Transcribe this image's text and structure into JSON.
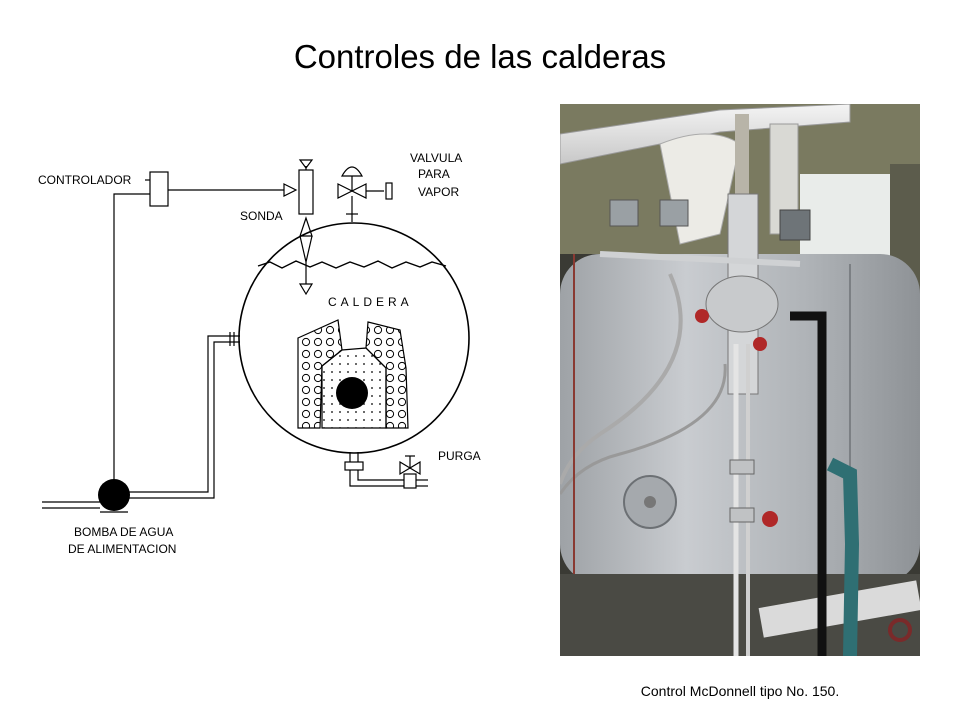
{
  "title": "Controles de las calderas",
  "diagram": {
    "labels": {
      "controlador": "CONTROLADOR",
      "sonda": "SONDA",
      "valvula_line1": "VALVULA",
      "valvula_line2": "PARA",
      "valvula_line3": "VAPOR",
      "caldera": "CALDERA",
      "purga": "PURGA",
      "bomba_line1": "BOMBA DE AGUA",
      "bomba_line2": "DE ALIMENTACION"
    }
  },
  "photo": {
    "caption": "Control McDonnell tipo No. 150."
  },
  "colors": {
    "line": "#000000",
    "pipe": "#e8e8e8",
    "tank": "#b9bcc0",
    "teal": "#2f6f73"
  }
}
